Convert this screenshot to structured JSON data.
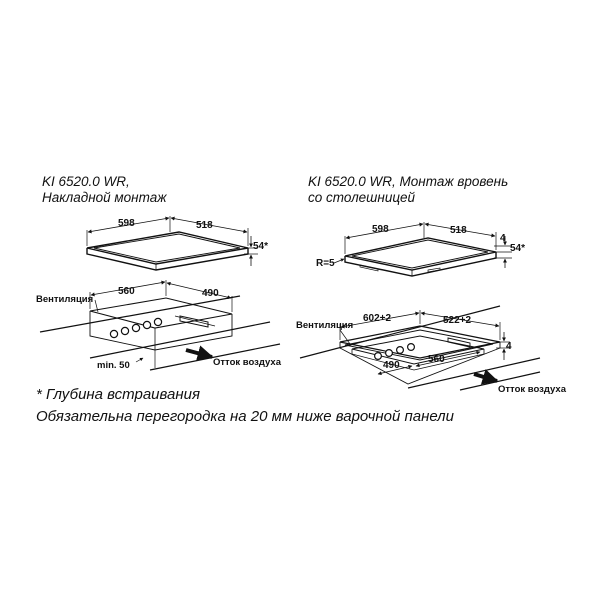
{
  "left_diagram": {
    "title_line1": "KI 6520.0 WR,",
    "title_line2": "Накладной монтаж",
    "dim_width": "598",
    "dim_depth": "518",
    "dim_height": "54*",
    "cutout_width": "560",
    "cutout_depth": "490",
    "ventilation_label": "Вентиляция",
    "min_label": "min. 50",
    "air_outlet_label": "Отток воздуха"
  },
  "right_diagram": {
    "title_line1": "KI 6520.0 WR, Монтаж вровень",
    "title_line2": "со столешницей",
    "dim_width": "598",
    "dim_depth": "518",
    "dim_step": "4",
    "dim_height": "54*",
    "radius_label": "R=5",
    "ventilation_label": "Вентиляция",
    "recess_width": "602+2",
    "recess_depth": "522+2",
    "recess_step": "4",
    "cutout_depth": "490",
    "cutout_width": "560",
    "air_outlet_label": "Отток воздуха"
  },
  "notes": {
    "depth_note": "* Глубина встраивания",
    "partition_note": "Обязательна перегородка на 20 мм ниже варочной панели"
  }
}
